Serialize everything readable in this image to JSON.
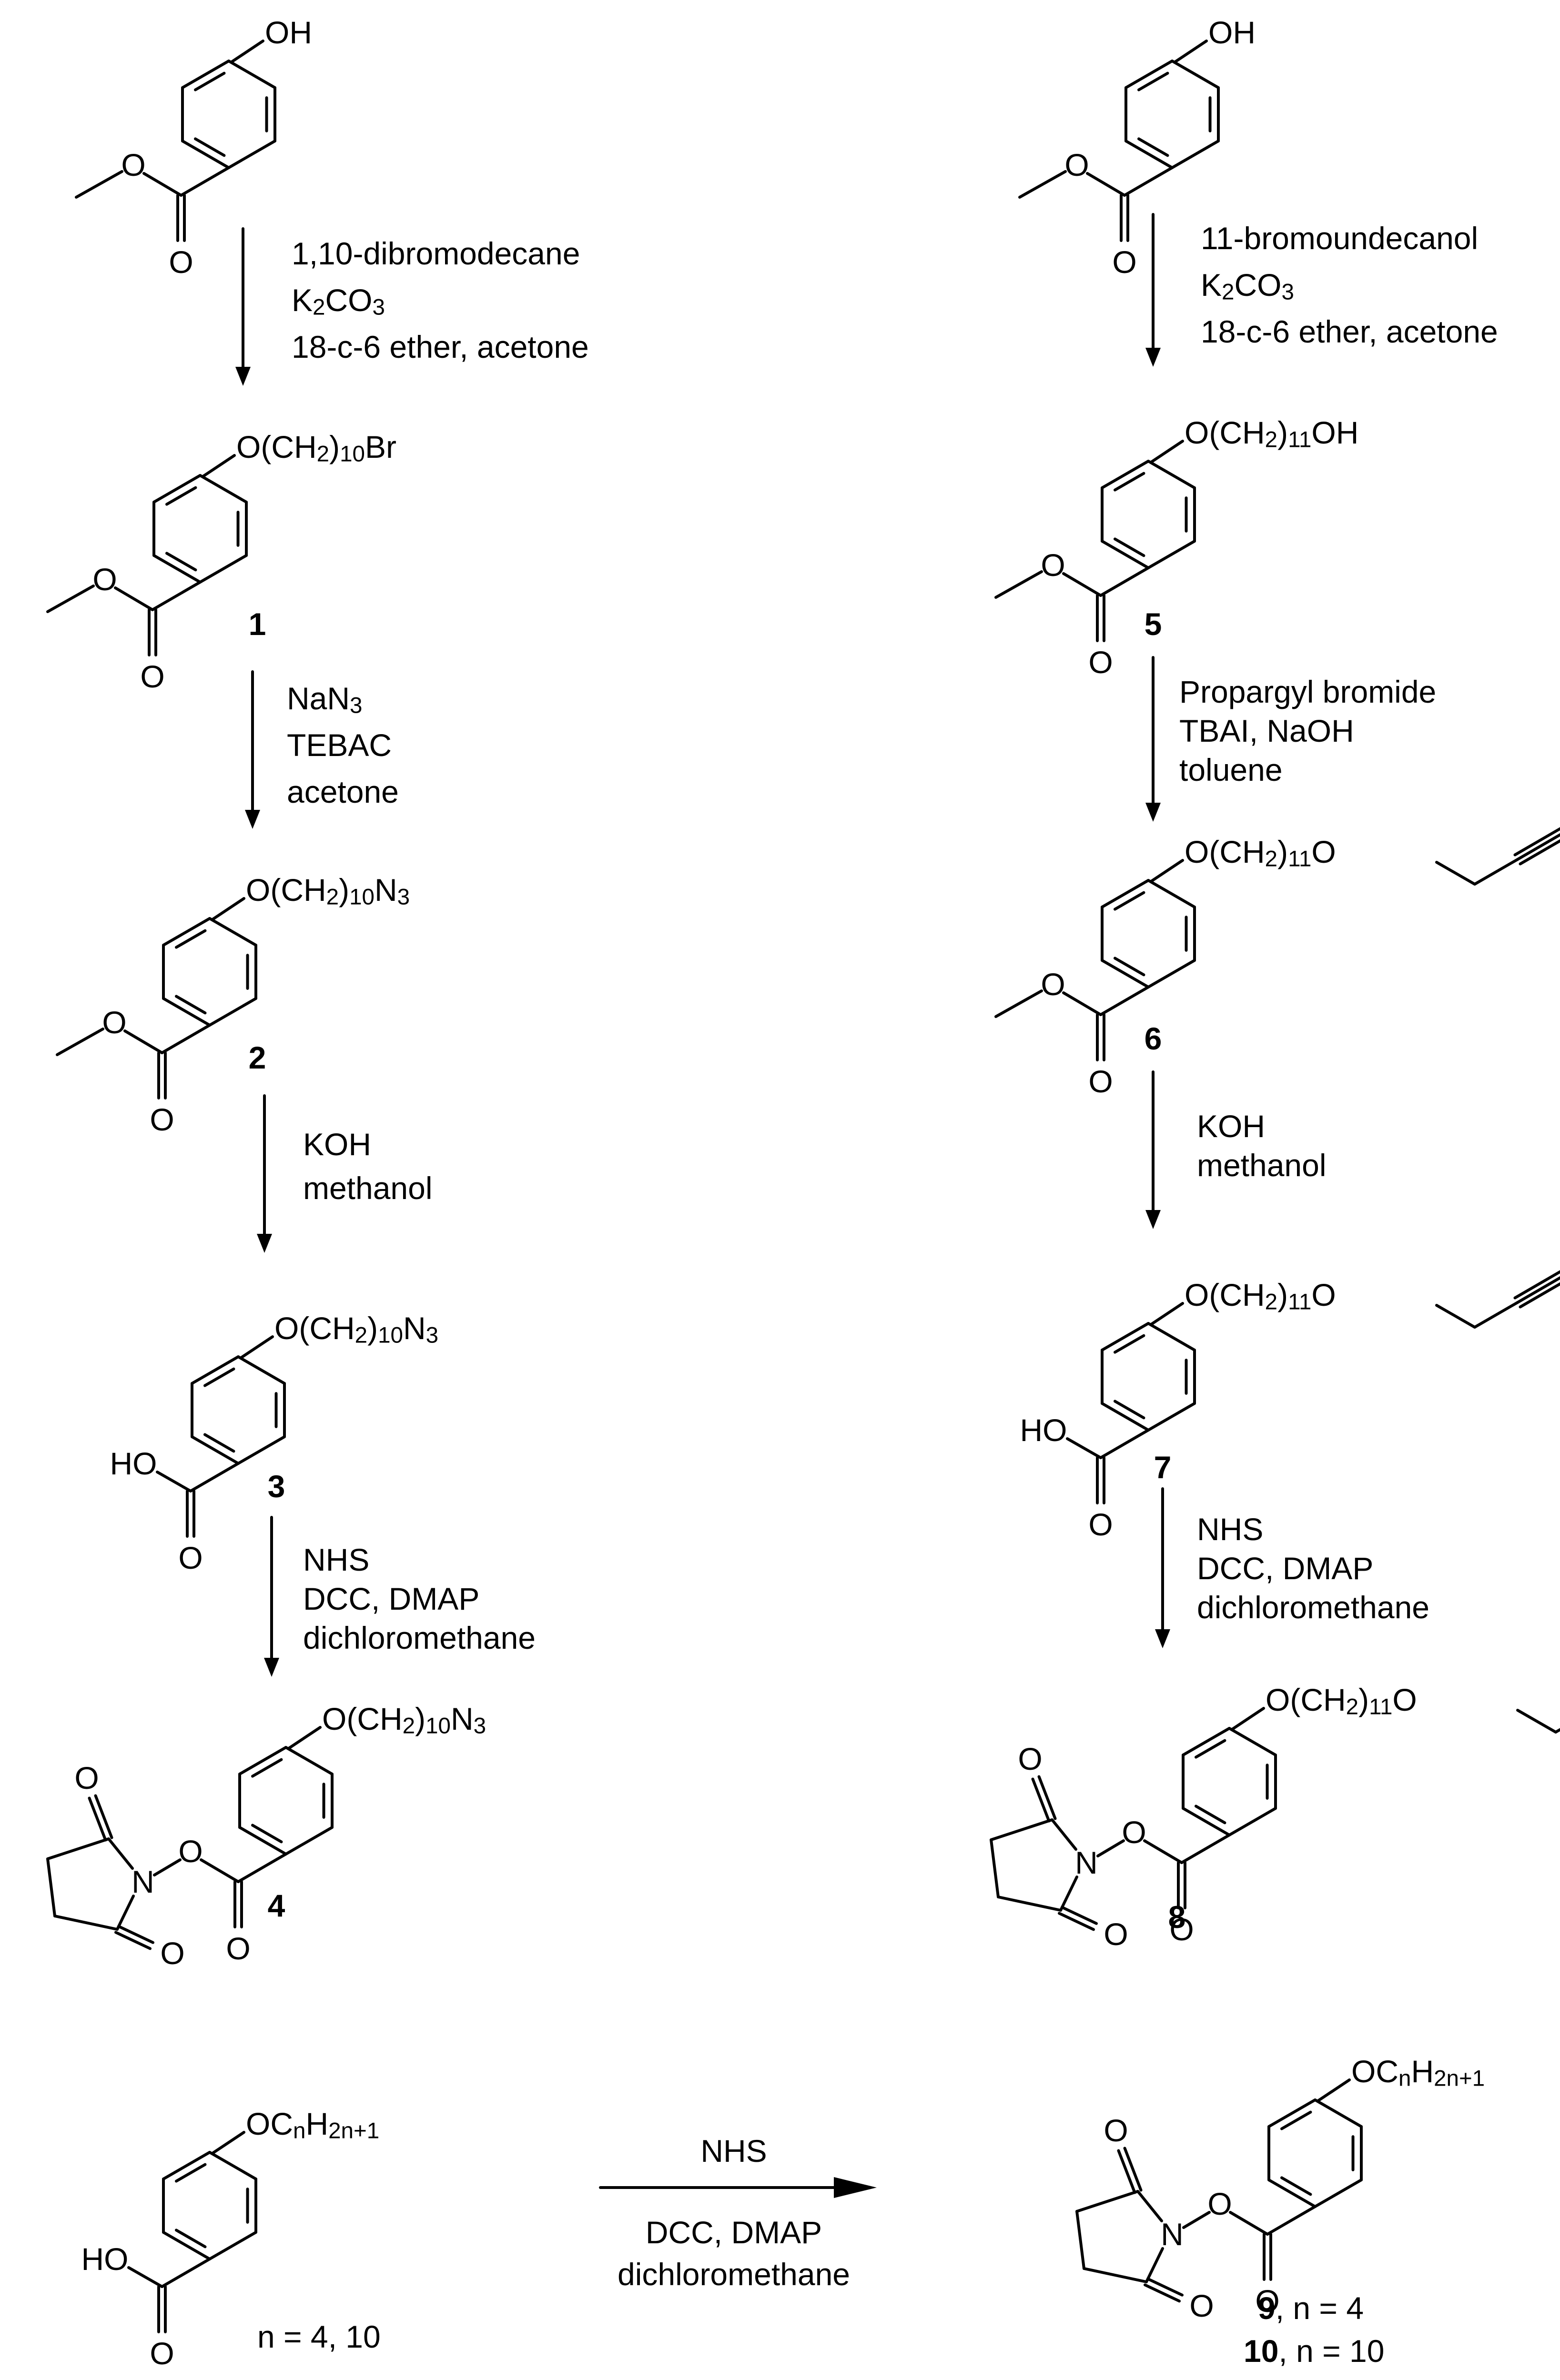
{
  "colors": {
    "ink": "#000000",
    "background": "#ffffff"
  },
  "steps": {
    "l1": {
      "lines": [
        "1,10-dibromodecane",
        "K2CO3",
        "18-c-6 ether, acetone"
      ]
    },
    "l2": {
      "lines": [
        "NaN3",
        "TEBAC",
        "acetone"
      ]
    },
    "l3": {
      "lines": [
        "KOH",
        "methanol"
      ]
    },
    "l4": {
      "lines": [
        "NHS",
        "DCC, DMAP",
        "dichloromethane"
      ]
    },
    "r1": {
      "lines": [
        "11-bromoundecanol",
        "K2CO3",
        "18-c-6 ether, acetone"
      ]
    },
    "r2": {
      "lines": [
        "Propargyl bromide",
        "TBAI, NaOH",
        "toluene"
      ]
    },
    "r3": {
      "lines": [
        "KOH",
        "methanol"
      ]
    },
    "r4": {
      "lines": [
        "NHS",
        "DCC, DMAP",
        "dichloromethane"
      ]
    },
    "bottom": {
      "above": "NHS",
      "below": [
        "DCC, DMAP",
        "dichloromethane"
      ]
    }
  },
  "compounds": {
    "start_left": {
      "label": "",
      "chain": "OH"
    },
    "c1": {
      "label": "1",
      "chain": "O(CH2)10Br"
    },
    "c2": {
      "label": "2",
      "chain": "O(CH2)10N3"
    },
    "c3": {
      "label": "3",
      "chain": "O(CH2)10N3"
    },
    "c4": {
      "label": "4",
      "chain": "O(CH2)10N3"
    },
    "start_right": {
      "label": "",
      "chain": "OH"
    },
    "c5": {
      "label": "5",
      "chain": "O(CH2)11OH"
    },
    "c6": {
      "label": "6",
      "chain": "O(CH2)11O"
    },
    "c7": {
      "label": "7",
      "chain": "O(CH2)11O"
    },
    "c8": {
      "label": "8",
      "chain": "O(CH2)11O"
    },
    "acid_n": {
      "chain": "OCnH2n+1",
      "note": "n = 4, 10"
    },
    "ester_n": {
      "chain": "OCnH2n+1",
      "label9": "9",
      "text9": ", n = 4",
      "label10": "10",
      "text10": ", n = 10"
    }
  },
  "atoms": {
    "O": "O",
    "N": "N",
    "OH": "OH",
    "HO": "HO"
  },
  "icons": {
    "arrow": "reaction-arrow-icon",
    "ring": "benzene-ring-icon",
    "nhs": "succinimide-ring-icon"
  }
}
